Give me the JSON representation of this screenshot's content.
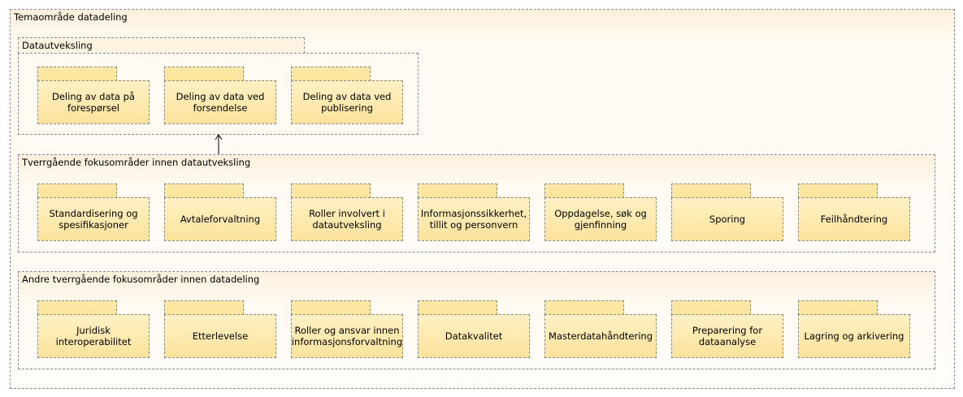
{
  "diagram": {
    "outer_title": "Temaområde datadeling",
    "dataexchange": {
      "title": "Datautveksling",
      "items": [
        "Deling av data på forespørsel",
        "Deling av data ved forsendelse",
        "Deling av data ved publisering"
      ]
    },
    "cross_cutting": {
      "title": "Tverrgående fokusområder innen datautveksling",
      "items": [
        "Standardisering og spesifikasjoner",
        "Avtaleforvaltning",
        "Roller involvert i datautveksling",
        "Informasjonssikkerhet, tillit og personvern",
        "Oppdagelse, søk og gjenfinning",
        "Sporing",
        "Feilhåndtering"
      ]
    },
    "other_cross_cutting": {
      "title": "Andre tverrgående fokusområder innen datadeling",
      "items": [
        "Juridisk interoperabilitet",
        "Etterlevelse",
        "Roller og ansvar innen informasjonsforvaltning",
        "Datakvalitet",
        "Masterdatahåndtering",
        "Preparering for dataanalyse",
        "Lagring og arkivering"
      ]
    }
  }
}
